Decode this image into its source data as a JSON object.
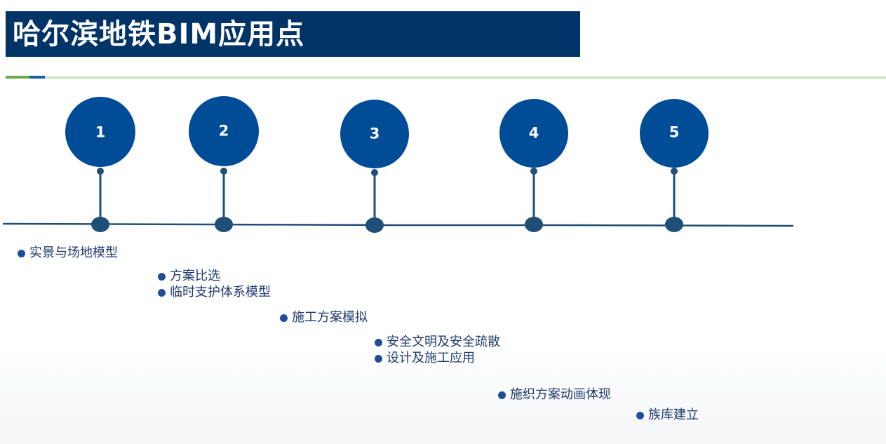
{
  "title": "哈尔滨地铁BIM应用点",
  "colors": {
    "title_bg": "#003366",
    "circle": "#004c97",
    "line": "#1f4e79",
    "text": "#1f3a6e",
    "accent_green": "#6aa84f",
    "rule": "#c9e2b8"
  },
  "steps": [
    {
      "number": "1",
      "items": [
        "实景与场地模型"
      ]
    },
    {
      "number": "2",
      "items": [
        "方案比选",
        "临时支护体系模型"
      ]
    },
    {
      "number": "3",
      "items": [
        "施工方案模拟"
      ]
    },
    {
      "number": "4",
      "items": [
        "安全文明及安全疏散",
        "设计及施工应用"
      ]
    },
    {
      "number": "5",
      "items": [
        "施织方案动画体现"
      ]
    },
    {
      "number": "",
      "items": [
        "族库建立"
      ]
    }
  ]
}
